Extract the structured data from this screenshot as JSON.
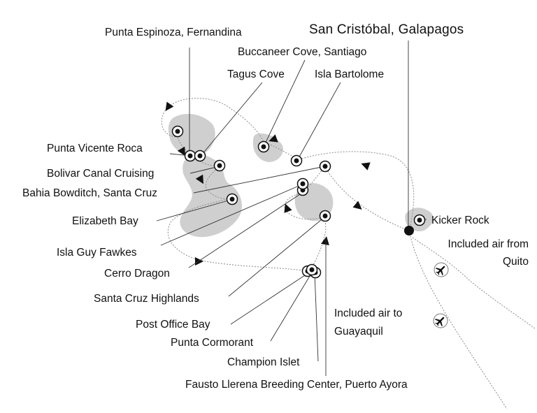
{
  "title": "San Cristóbal, Galapagos",
  "ports": [
    "Punta Espinoza, Fernandina",
    "Buccaneer Cove, Santiago",
    "Tagus Cove",
    "Isla Bartolome",
    "Punta Vicente Roca",
    "Bolivar Canal Cruising",
    "Bahia Bowditch, Santa Cruz",
    "Elizabeth Bay",
    "Isla Guy Fawkes",
    "Cerro Dragon",
    "Santa Cruz Highlands",
    "Post Office Bay",
    "Punta Cormorant",
    "Champion Islet",
    "Fausto Llerena Breeding Center, Puerto Ayora",
    "Kicker Rock"
  ],
  "flights": {
    "from_line1": "Included air from",
    "from_line2": "Quito",
    "to_line1": "Included air to",
    "to_line2": "Guayaquil"
  },
  "icons": {
    "port": "port-marker-icon",
    "home_port": "home-port-dot-icon",
    "direction": "direction-arrow-icon",
    "plane": "plane-icon"
  },
  "colors": {
    "land": "#cfcfcf",
    "route": "#8a8a8a",
    "leader": "#333333",
    "text": "#111111",
    "marker": "#111111"
  }
}
